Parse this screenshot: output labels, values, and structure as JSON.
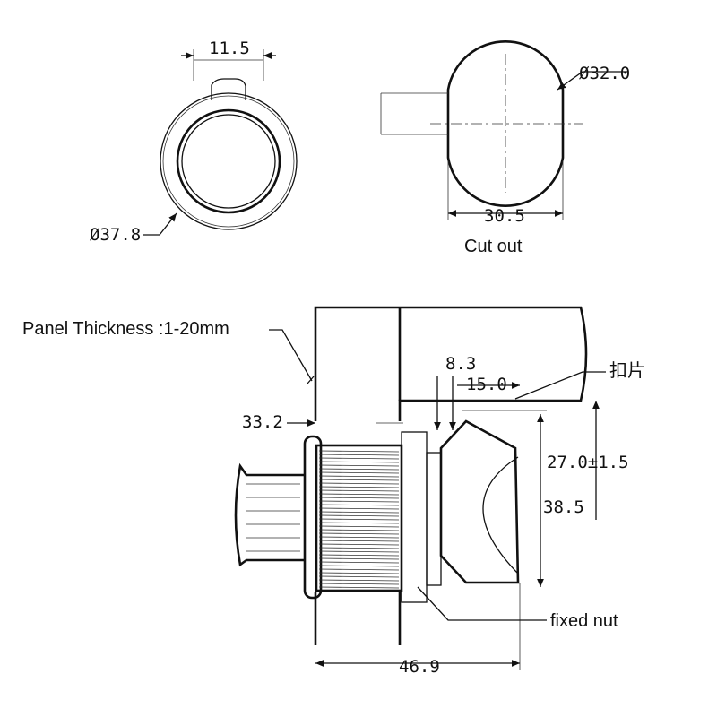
{
  "front_view": {
    "width_dim": "11.5",
    "diameter_dim": "Ø37.8"
  },
  "cutout_view": {
    "diameter_dim": "Ø32.0",
    "flat_dim": "30.5",
    "caption": "Cut out"
  },
  "side_view": {
    "panel_label": "Panel Thickness :1-20mm",
    "dim_8_3": "8.3",
    "dim_15_0": "15.0",
    "clip_label": "扣片",
    "dim_33_2": "33.2",
    "dim_27_0": "27.0±1.5",
    "dim_38_5": "38.5",
    "fixed_nut_label": "fixed nut",
    "dim_46_9": "46.9"
  }
}
